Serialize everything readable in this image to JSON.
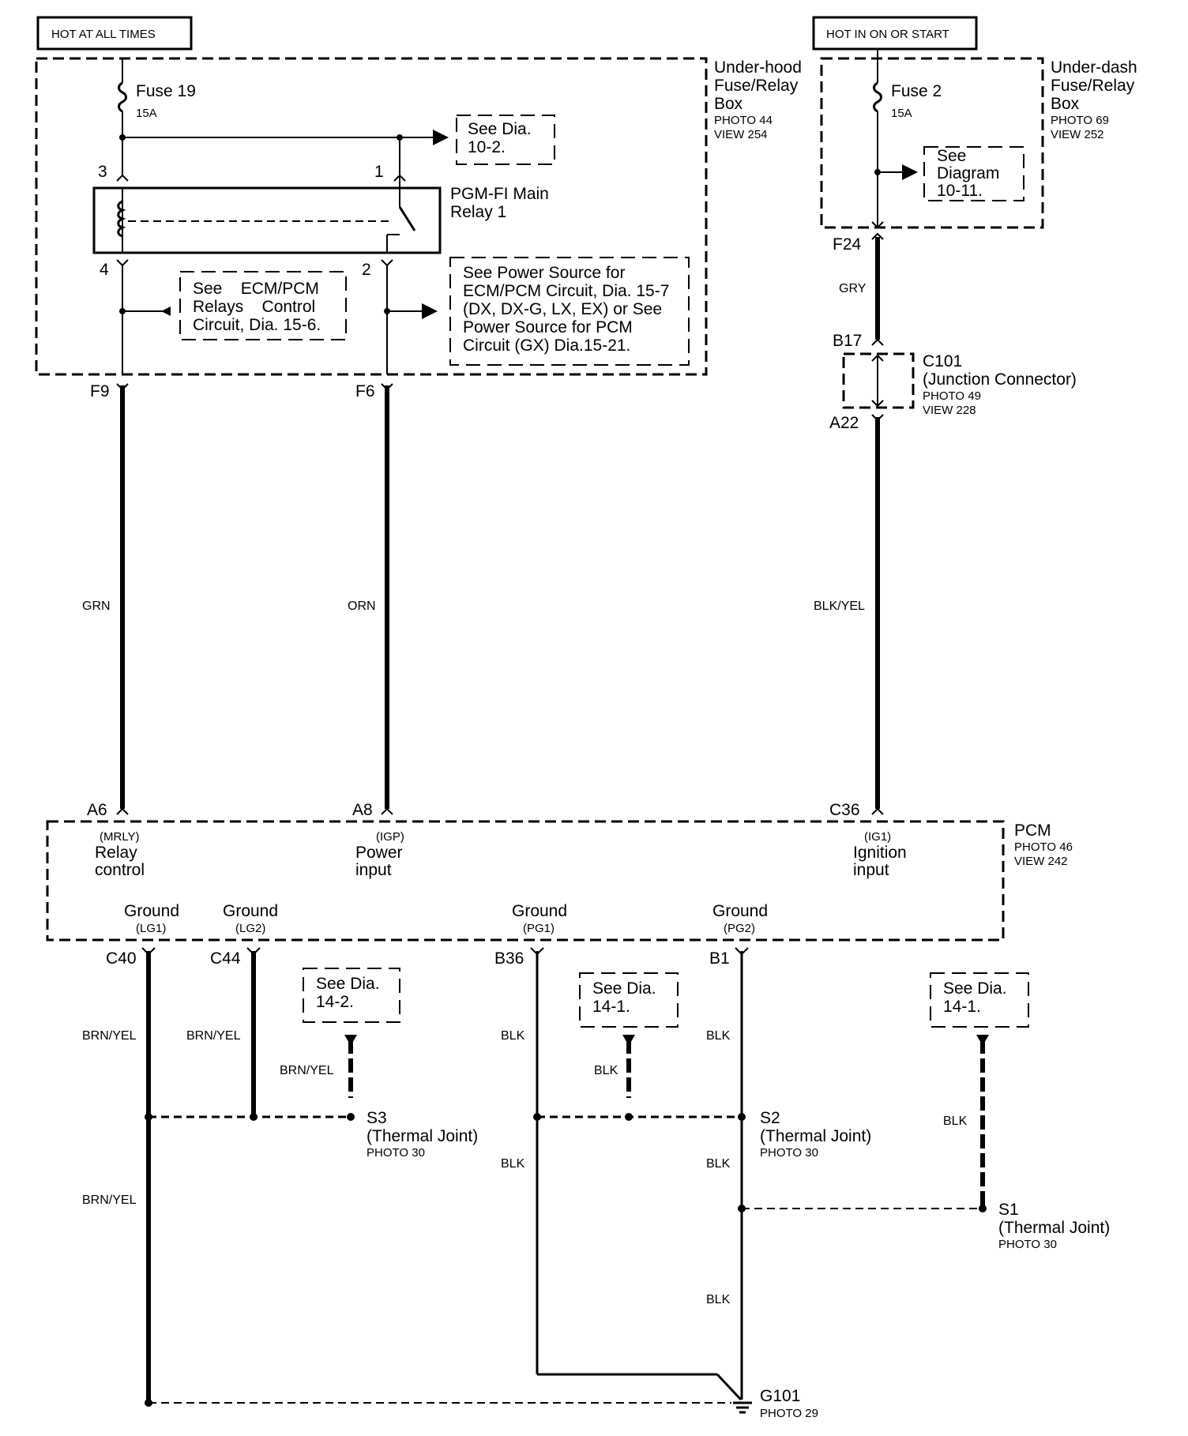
{
  "headers": {
    "hot_at_all_times": "HOT AT ALL TIMES",
    "hot_in_on_or_start": "HOT IN ON OR START"
  },
  "underhood_box": {
    "title_1": "Under-hood",
    "title_2": "Fuse/Relay",
    "title_3": "Box",
    "photo": "PHOTO 44",
    "view": "VIEW 254",
    "fuse_name": "Fuse 19",
    "fuse_rating": "15A",
    "see_dia_1": "See Dia.",
    "see_dia_2": "10-2.",
    "relay_name_1": "PGM-FI Main",
    "relay_name_2": "Relay 1",
    "pin_3": "3",
    "pin_1": "1",
    "pin_4": "4",
    "pin_2": "2",
    "ecm_ref_1": "See    ECM/PCM",
    "ecm_ref_2": "Relays    Control",
    "ecm_ref_3": "Circuit, Dia. 15-6.",
    "power_ref_1": "See Power Source for",
    "power_ref_2": "ECM/PCM Circuit, Dia. 15-7",
    "power_ref_3": "(DX, DX-G, LX, EX) or See",
    "power_ref_4": "Power Source for PCM",
    "power_ref_5": "Circuit (GX) Dia.15-21."
  },
  "underdash_box": {
    "title_1": "Under-dash",
    "title_2": "Fuse/Relay",
    "title_3": "Box",
    "photo": "PHOTO 69",
    "view": "VIEW 252",
    "fuse_name": "Fuse 2",
    "fuse_rating": "15A",
    "see_1": "See",
    "see_2": "Diagram",
    "see_3": "10-11."
  },
  "connectors": {
    "f9": "F9",
    "f6": "F6",
    "f24": "F24",
    "b17": "B17",
    "a22": "A22",
    "a6": "A6",
    "a8": "A8",
    "c36": "C36",
    "c40": "C40",
    "c44": "C44",
    "b36": "B36",
    "b1": "B1"
  },
  "junction": {
    "name": "C101",
    "desc": "(Junction Connector)",
    "photo": "PHOTO 49",
    "view": "VIEW 228"
  },
  "wires": {
    "grn": "GRN",
    "orn": "ORN",
    "gry": "GRY",
    "blk_yel": "BLK/YEL",
    "brn_yel": "BRN/YEL",
    "blk": "BLK"
  },
  "pcm": {
    "name": "PCM",
    "photo": "PHOTO 46",
    "view": "VIEW 242",
    "mrly": "(MRLY)",
    "relay_1": "Relay",
    "relay_2": "control",
    "igp": "(IGP)",
    "power_1": "Power",
    "power_2": "input",
    "ig1": "(IG1)",
    "ign_1": "Ignition",
    "ign_2": "input",
    "ground": "Ground",
    "lg1": "(LG1)",
    "lg2": "(LG2)",
    "pg1": "(PG1)",
    "pg2": "(PG2)"
  },
  "refs": {
    "see_dia": "See Dia.",
    "d14_2": "14-2.",
    "d14_1": "14-1."
  },
  "joints": {
    "s3": "S3",
    "s2": "S2",
    "s1": "S1",
    "thermal": "(Thermal Joint)",
    "photo30": "PHOTO 30"
  },
  "ground_point": {
    "name": "G101",
    "photo": "PHOTO 29"
  }
}
